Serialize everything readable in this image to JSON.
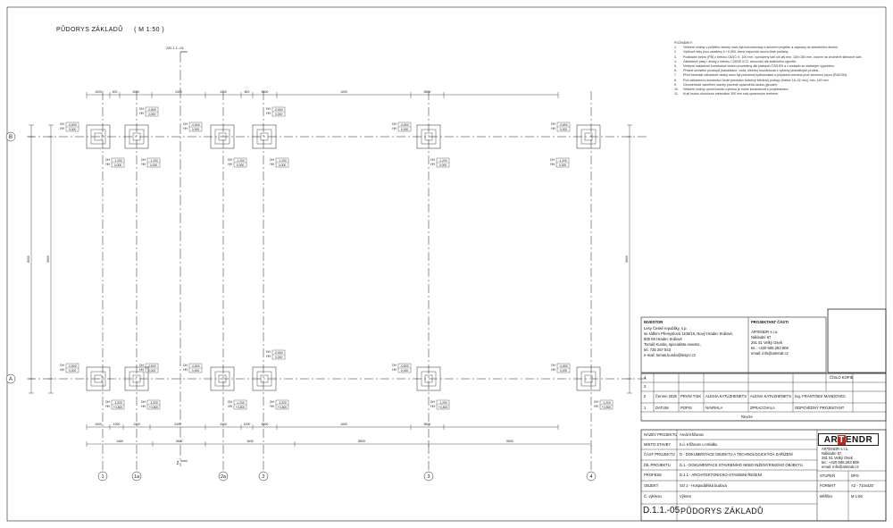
{
  "title": "PŮDORYS ZÁKLADŮ",
  "scale": "( M 1:50 )",
  "section_label": "2/D.1.1.-01",
  "section_number": "2",
  "grid": {
    "rows": [
      "B",
      "A"
    ],
    "cols": [
      "1",
      "1a",
      "2a",
      "2",
      "3",
      "4"
    ]
  },
  "dims": {
    "top": [
      "1000",
      "400",
      "1000",
      "2400",
      "1000",
      "800",
      "5500",
      "1000",
      "5500"
    ],
    "bottom_row1": [
      "1000",
      "1300",
      "1300",
      "2400",
      "1000",
      "1000",
      "5500",
      "1000",
      "5500"
    ],
    "bottom_row2": [
      "1460",
      "2400",
      "1630",
      "5500",
      "5500"
    ],
    "left": [
      "8000",
      "5600"
    ],
    "right": "5600",
    "small": "500",
    "cell": "1200"
  },
  "levels": {
    "top": "-0,800",
    "zero": "0,000",
    "bottom": "-1,200",
    "up": "+0,800",
    "dh": "DH",
    "hh": "HH"
  },
  "notes_title": "POZNÁMKY:",
  "notes": [
    "Veškeré změny v průběhu stavby musí být konzultovány s autorem projektu a zapsány do stavebního deníku.",
    "Výškové kóty jsou vztaženy k +0,000, která odpovídá úrovni čisté podlahy.",
    "Podkladní beton (PB) z betonu C8/10, tl. 100 mm, vyztužený kari sítí ø6 mm, 150×150 mm, uložen na zhutněné štěrkové lože.",
    "Základové pasy / desky z betonu C25/30 XC2, armování dle statického výpočtu.",
    "Veškeré základové konstrukce budou provedeny dle platných ČSN EN a v souladu se statickým výpočtem.",
    "Přesné umístění prostupů (kanalizace, voda, elektro) koordinovat s výkresy jednotlivých profesí.",
    "Před betonáží základové desky musí být položena hydroizolace a případná ochrana proti zemnímu plynu (RADON).",
    "Pod základovou konstrukcí bude proveden hutněný štěrkový podsyp (frakce 16–32 mm), min. 150 mm.",
    "Geometrické zaměření stavby provede oprávněná osoba (geodet).",
    "Veškeré změny oproti tomuto výkresu je nutné konzultovat s projektantem.",
    "Krytí budov ukončeno minimálně 300 mm nad upraveným terénem."
  ],
  "investor": {
    "label": "INVESTOR",
    "lines": [
      "Lesy České republiky, s.p.",
      "se sídlem Přemyslová 1106/19, Nový Hradec Králové,",
      "500 08 Hradec Králové",
      "Tomáš Kunda, specialista investic,",
      "tel. 725 257 543",
      "e-mail: tomas.kunda@lesycr.cz"
    ]
  },
  "projektant_casti": {
    "label": "PROJEKTANT ČÁSTI",
    "lines": [
      "ARTENDR s.r.o.",
      "Nákladní 67",
      "281 51 Velký Osek",
      "tel.: +420 605 283 808",
      "email: info@artendr.cz"
    ]
  },
  "cislo_kopie": "ČÍSLO KOPIE",
  "revisions": {
    "rows": [
      {
        "num": "4"
      },
      {
        "num": "3"
      },
      {
        "num": "2",
        "date": "Červen 2025",
        "desc": "PRVNÍ TISK",
        "draw": "ALESIA KATUZHENETS",
        "proc": "ALESIA KATUZHENETS",
        "resp": "Ing. FRANTIŠEK MANDOVEC"
      }
    ],
    "header": {
      "num": "1",
      "date": "DATUM",
      "desc": "POPIS",
      "draw": "NAVRHLA",
      "proc": "ZPRACOVALA",
      "resp": "ODPOVĚDNÝ PROJEKTANT"
    },
    "footer": "Revize"
  },
  "titleblock": {
    "rows": [
      {
        "label": "NÁZEV PROJEKTU",
        "value": "Areál Křižanov"
      },
      {
        "label": "MÍSTO STAVBY",
        "value": "k.ú. Křižanov u Hrádku"
      },
      {
        "label": "ČÁST PROJEKTU",
        "value": "D - DOKUMENTACE OBJEKTU A TECHNOLOGICKÝCH ZAŘÍZENÍ"
      },
      {
        "label": "DÍL PROJEKTU",
        "value": "D.1 - DOKUMENTACE STAVEBNÍHO NEBO INŽENÝRSKÉHO OBJEKTU"
      },
      {
        "label": "PROFESE",
        "value": "D.1.1 - ARCHITEKTONICKO-STAVEBNÍ ŘEŠENÍ"
      },
      {
        "label": "OBJEKT",
        "value": "SO 2 - Hospodářská budova"
      }
    ],
    "right": [
      {
        "label": "STUPEŇ",
        "value": "DPS"
      },
      {
        "label": "FORMÁT",
        "value": "A2 - 710x420"
      },
      {
        "label": "Měřítko",
        "value": "M 1:50"
      }
    ],
    "drawing_no_label": "Č. výkresu",
    "drawing_no": "D.1.1.-05",
    "vykres_label": "Výkres",
    "vykres": "PŮDORYS ZÁKLADŮ",
    "logo_left": "AR",
    "logo_mid": "T",
    "logo_right": "ENDR",
    "company_lines": [
      "ARTENDR s.r.o.",
      "Nákladní 67",
      "281 51 Velký Osek",
      "tel.: +420 605 283 808",
      "email: info@artendr.cz"
    ]
  }
}
